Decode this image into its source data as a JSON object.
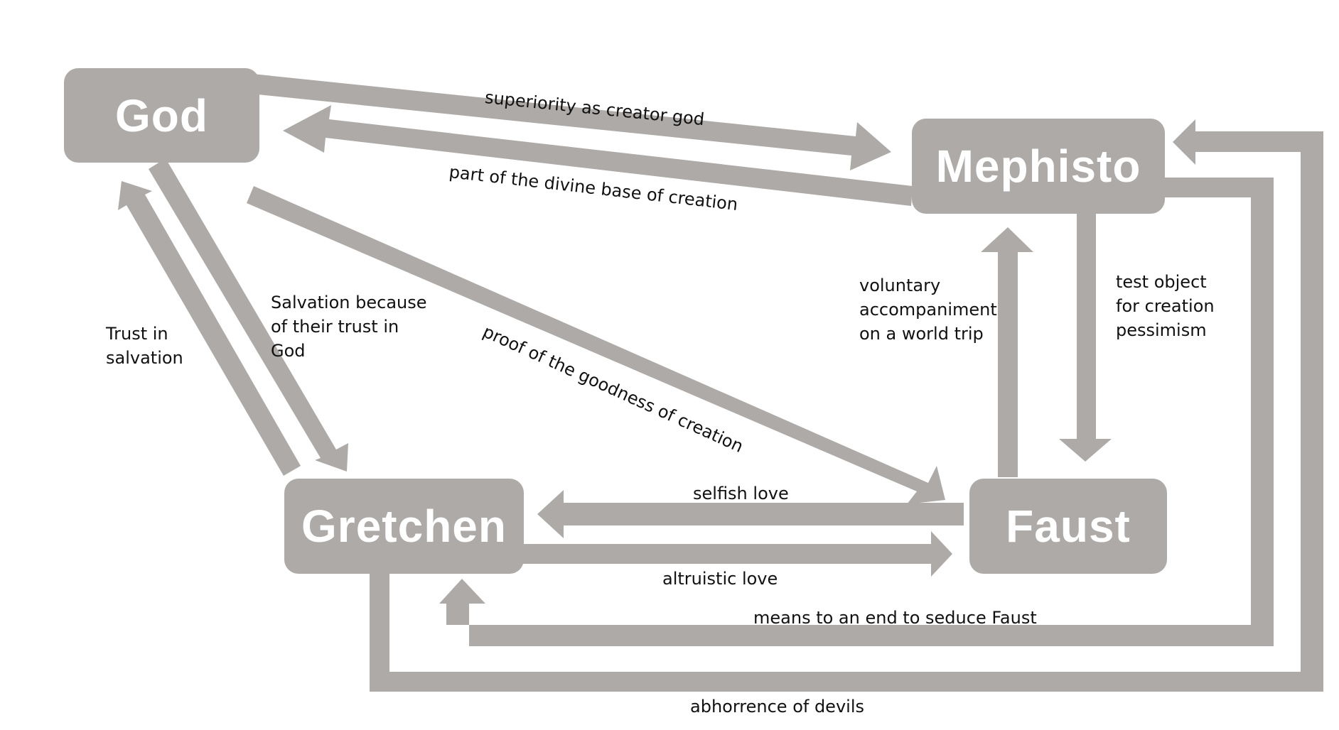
{
  "colors": {
    "arrow": "#adaaa8",
    "node": "#adaaa8",
    "node_text": "#ffffff",
    "label_text": "#111111"
  },
  "nodes": {
    "god": "God",
    "mephisto": "Mephisto",
    "gretchen": "Gretchen",
    "faust": "Faust"
  },
  "edges": {
    "superiority": "superiority as creator god",
    "divine_base": "part of the divine base of creation",
    "proof_goodness": "proof of the goodness of creation",
    "salvation_trust": "Salvation because\nof their trust in\nGod",
    "trust_salvation": "Trust in\nsalvation",
    "voluntary": "voluntary\naccompaniment\non a world trip",
    "test_object": "test object\nfor creation\npessimism",
    "selfish_love": "selfish love",
    "altruistic_love": "altruistic love",
    "means_to_end": "means to an end to seduce Faust",
    "abhorrence": "abhorrence of devils"
  }
}
